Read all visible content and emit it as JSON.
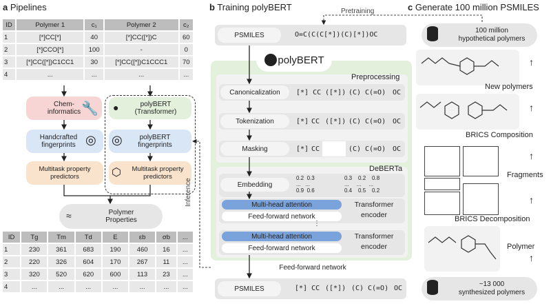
{
  "panel_a": {
    "title_letter": "a",
    "title": "Pipelines",
    "top_table": {
      "headers": [
        "ID",
        "Polymer 1",
        "c₁",
        "Polymer 2",
        "c₂"
      ],
      "rows": [
        [
          "1",
          "[*]CC[*]",
          "40",
          "[*]CC([*])C",
          "60"
        ],
        [
          "2",
          "[*]CCO[*]",
          "100",
          "-",
          "0"
        ],
        [
          "3",
          "[*]CC([*])C1CC1",
          "30",
          "[*]CC([*])C1CCC1",
          "70"
        ],
        [
          "4",
          "...",
          "...",
          "...",
          "..."
        ]
      ]
    },
    "chem_informatics": "Chem-\ninformatics",
    "polybert_transformer": "polyBERT\n(Transformer)",
    "handcrafted_fp": "Handcrafted\nfingerprints",
    "polybert_fp": "polyBERT\nfingerprints",
    "mt_left": "Multitask property\npredictors",
    "mt_right": "Multitask property\npredictors",
    "polymer_properties": "Polymer\nProperties",
    "bottom_table": {
      "headers": [
        "ID",
        "Tg",
        "Tm",
        "Td",
        "E",
        "εb",
        "σb",
        "..."
      ],
      "rows": [
        [
          "1",
          "230",
          "361",
          "683",
          "190",
          "460",
          "16",
          "..."
        ],
        [
          "2",
          "220",
          "326",
          "604",
          "170",
          "267",
          "11",
          "..."
        ],
        [
          "3",
          "320",
          "520",
          "620",
          "600",
          "113",
          "23",
          "..."
        ],
        [
          "4",
          "...",
          "...",
          "...",
          "...",
          "...",
          "...",
          "..."
        ]
      ]
    }
  },
  "panel_b": {
    "title_letter": "b",
    "title": "Training polyBERT",
    "pretraining": "Pretraining",
    "inference": "Inference",
    "psmiles_top": "PSMILES",
    "psmiles_top_value": "O=C(C(C[*])(C)[*])OC",
    "polybert": "polyBERT",
    "preprocessing": "Preprocessing",
    "canonicalization": "Canonicalization",
    "tokenization": "Tokenization",
    "masking": "Masking",
    "canon_tokens": [
      "[*] CC",
      "([*])",
      "(C)",
      "C(=O)",
      "OC"
    ],
    "token_tokens": [
      "[*]",
      "CC",
      "([*])",
      "(C)",
      "C(=O)",
      "OC"
    ],
    "mask_tokens": [
      "[*]",
      "CC",
      "(C)",
      "C(=O)",
      "OC"
    ],
    "deberta": "DeBERTa",
    "embedding": "Embedding",
    "emb_vals": [
      [
        "0.2",
        "0.3"
      ],
      [
        "...",
        "..."
      ],
      [
        "0.9",
        "0.6"
      ]
    ],
    "emb_vals2": [
      [
        "0.3",
        "0.2",
        "0.8"
      ],
      [
        "...",
        "...",
        "..."
      ],
      [
        "0.4",
        "0.5",
        "0.2"
      ]
    ],
    "mha1": "Multi-head attention",
    "ffn1": "Feed-forward network",
    "transformer1": "Transformer\nencoder",
    "mha2": "Multi-head attention",
    "ffn2": "Feed-forward network",
    "transformer2": "Transformer\nencoder",
    "ffn_final": "Feed-forward network",
    "psmiles_bottom": "PSMILES",
    "psmiles_bottom_tokens": [
      "[*] CC",
      "([*])",
      "(C)",
      "C(=O)",
      "OC"
    ]
  },
  "panel_c": {
    "title_letter": "c",
    "title": "Generate 100 million PSMILES",
    "hypothetical": "100 million\nhypothetical polymers",
    "new_polymers": "New polymers",
    "brics_composition": "BRICS Composition",
    "fragments": "Fragments",
    "brics_decomposition": "BRICS Decomposition",
    "polymer": "Polymer",
    "synthesized": "~13 000\nsynthesized polymers"
  },
  "colors": {
    "pink": "#f8d5d5",
    "green_light": "#e3f0dc",
    "blue_light": "#d9e6f6",
    "orange_light": "#f9e3cc",
    "mha_blue": "#7aa3dc",
    "gray": "#e6e6e6",
    "header_gray": "#bdbdbd"
  }
}
